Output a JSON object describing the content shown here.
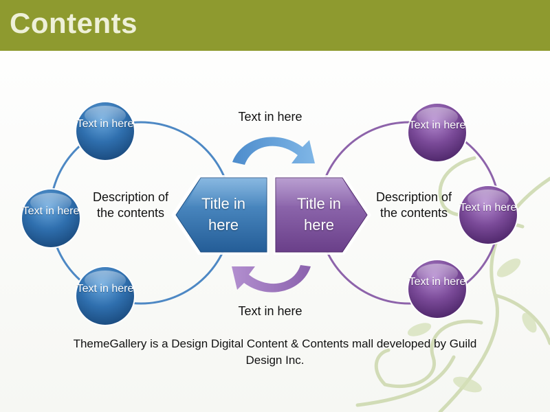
{
  "slide": {
    "title": "Contents"
  },
  "top_arrow_label": "Text in here",
  "bottom_arrow_label": "Text in here",
  "left": {
    "description": "Description of the contents",
    "title": "Title in here",
    "circles": [
      "Text in here",
      "Text in here",
      "Text in here"
    ]
  },
  "right": {
    "description": "Description of the contents",
    "title": "Title in here",
    "circles": [
      "Text in here",
      "Text in here",
      "Text in here"
    ]
  },
  "caption": "ThemeGallery is a Design Digital Content & Contents mall developed by Guild Design Inc.",
  "colors": {
    "header": "#8e9a2f",
    "blue": "#2f6fae",
    "purple": "#7a4a98",
    "ornament": "#c9d6a8"
  }
}
